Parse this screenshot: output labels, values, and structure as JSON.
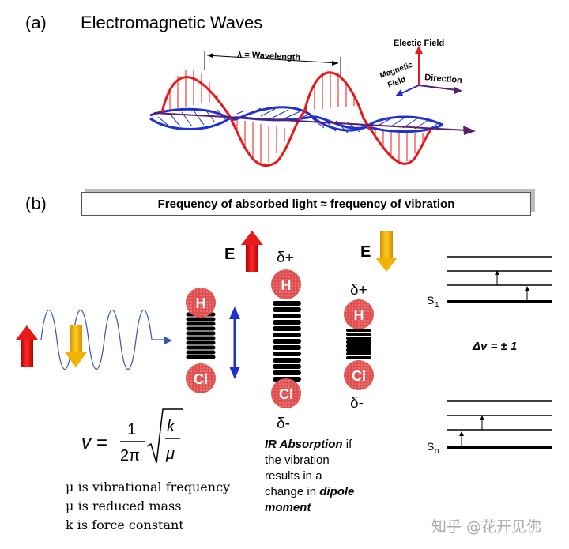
{
  "panel_a": {
    "label": "(a)",
    "title": "Electromagnetic Waves",
    "wavelength_label": "λ = Wavelength",
    "axis_electric": "Electic Field",
    "axis_magnetic_1": "Magnetic",
    "axis_magnetic_2": "Field",
    "axis_direction": "Direction"
  },
  "panel_b": {
    "label": "(b)",
    "banner": "Frequency of absorbed light ≈ frequency of vibration",
    "e_label_left": "E",
    "e_label_right": "E",
    "delta_plus_1": "δ+",
    "delta_minus_1": "δ-",
    "delta_plus_2": "δ+",
    "delta_minus_2": "δ-",
    "atom_h": "H",
    "atom_cl": "Cl",
    "caption_1": "IR Absorption",
    "caption_2": " if",
    "caption_3": "the vibration",
    "caption_4": "results in a",
    "caption_5": "change in ",
    "caption_6": "dipole",
    "caption_7": "moment",
    "level_s1": "S",
    "level_s1_sub": "1",
    "level_s0": "S",
    "level_s0_sub": "o",
    "delta_v": "Δv = ± 1",
    "formula_lhs": "v =",
    "formula_num": "1",
    "formula_den": "2π",
    "formula_k": "k",
    "formula_mu": "μ",
    "def_1": "μ is vibrational frequency",
    "def_2": "μ is reduced mass",
    "def_3": "k is force constant"
  },
  "watermark": "知乎 @花开见佛",
  "colors": {
    "red": "#e8191a",
    "blue": "#1f2fd0",
    "yellow": "#f2b300",
    "atom": "#e15050"
  }
}
